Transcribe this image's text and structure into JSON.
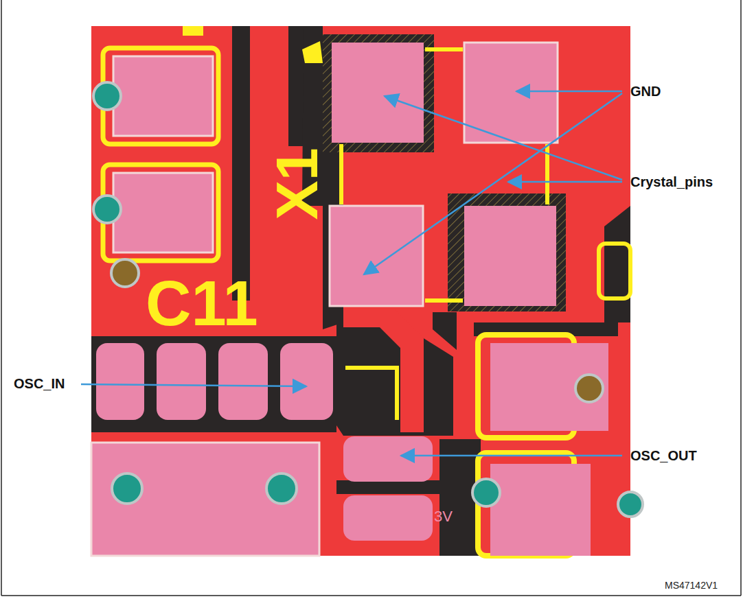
{
  "diagram": {
    "labels": [
      "GND",
      "Crystal_pins",
      "OSC_IN",
      "OSC_OUT",
      "X1",
      "C11",
      "3V",
      "MS47142V1"
    ]
  }
}
